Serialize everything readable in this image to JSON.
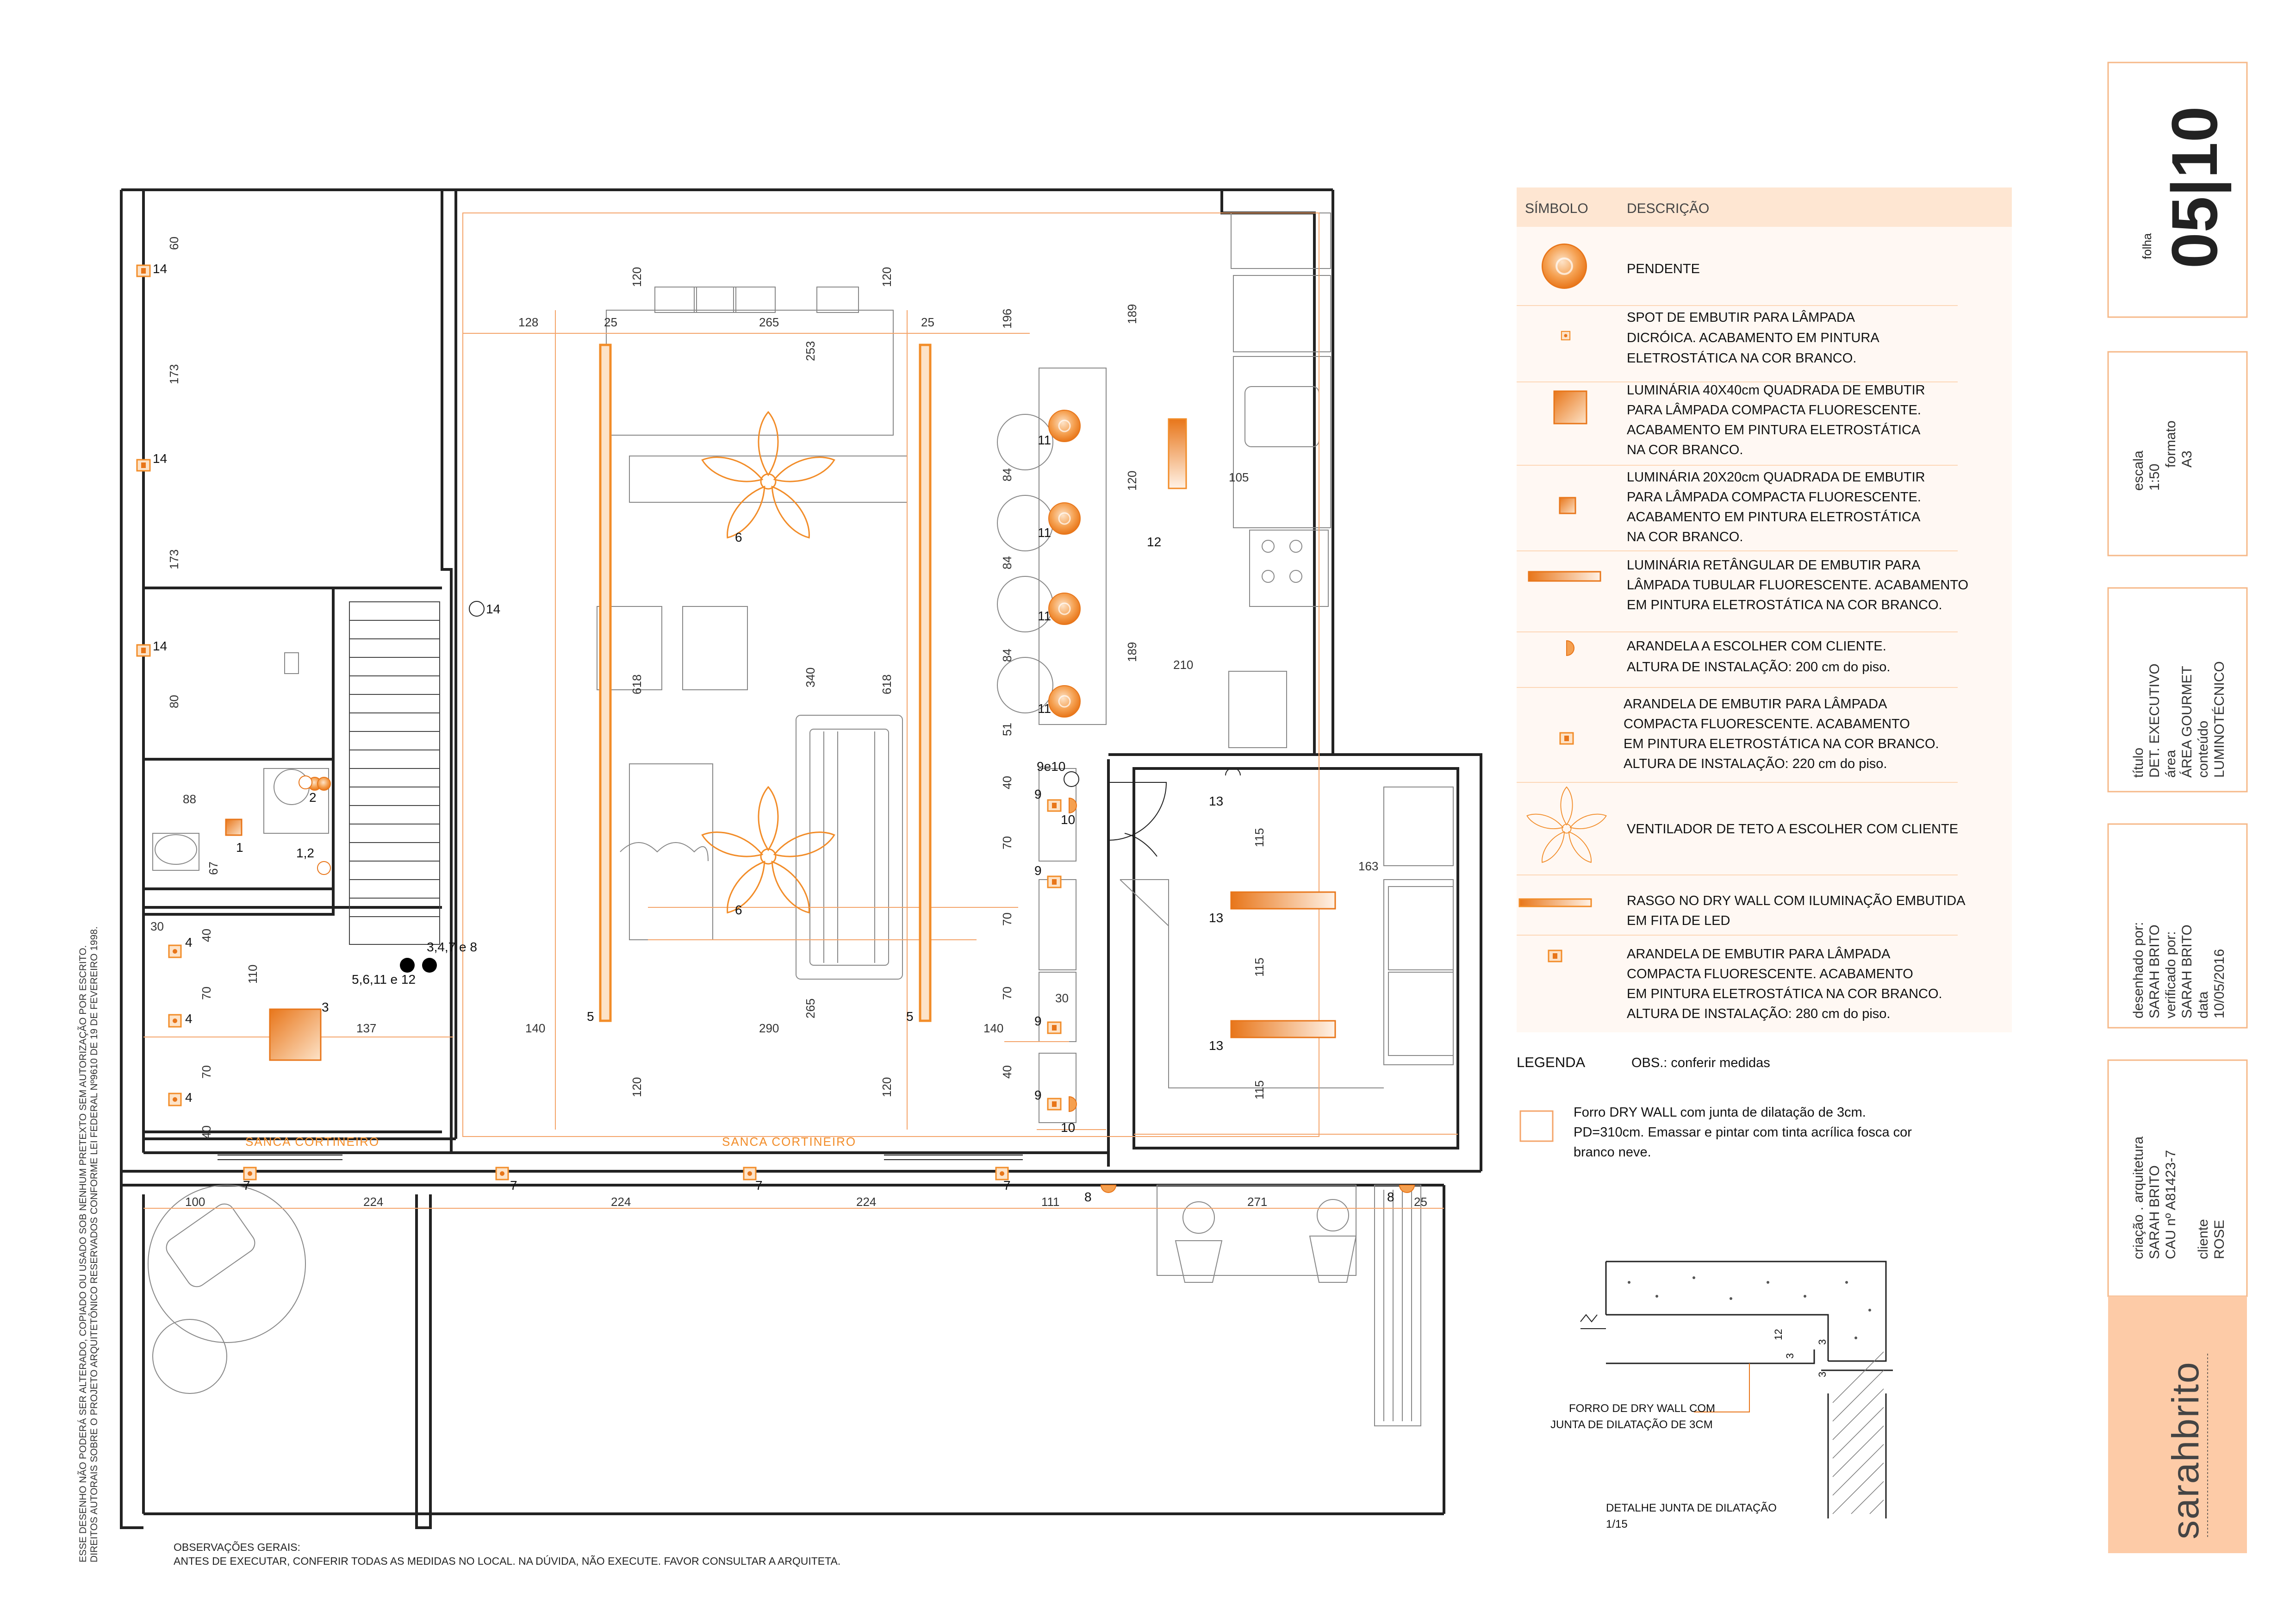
{
  "colors": {
    "accent": "#F28C28",
    "light_accent": "#FDD7B7",
    "dim_line": "#F4A46A",
    "wall": "#222222",
    "furniture": "#888888"
  },
  "rotated_notice": {
    "line1": "ESSE DESENHO NÃO PODERÁ SER ALTERADO, COPIADO OU USADO SOB NENHUM PRETEXTO SEM AUTORIZAÇÃO POR ESCRITO.",
    "line2": "DIREITOS AUTORAIS SOBRE O PROJETO ARQUITETÔNICO RESERVADOS CONFORME LEI FEDERAL Nº9610 DE 19 DE FEVEREIRO 1998."
  },
  "observations": {
    "title": "OBSERVAÇÕES GERAIS:",
    "text": "ANTES DE EXECUTAR, CONFERIR TODAS AS MEDIDAS NO LOCAL. NA DÚVIDA, NÃO EXECUTE. FAVOR CONSULTAR A ARQUITETA."
  },
  "plan": {
    "sanca_left": "SANCA CORTINEIRO",
    "sanca_right": "SANCA CORTINEIRO",
    "dims": {
      "d60": "60",
      "d173a": "173",
      "d173b": "173",
      "d80": "80",
      "d88": "88",
      "d67": "67",
      "d30": "30",
      "d40a": "40",
      "d110": "110",
      "d70a": "70",
      "d70b": "70",
      "d40b": "40",
      "d137": "137",
      "d140a": "140",
      "d290": "290",
      "d140b": "140",
      "d128": "128",
      "d25a": "25",
      "d265a": "265",
      "d25b": "25",
      "d120a": "120",
      "d120b": "120",
      "d253": "253",
      "d618a": "618",
      "d340": "340",
      "d618b": "618",
      "d265b": "265",
      "d120c": "120",
      "d120d": "120",
      "d196": "196",
      "d84a": "84",
      "d84b": "84",
      "d84c": "84",
      "d51": "51",
      "d40c": "40",
      "d70c": "70",
      "d70d": "70",
      "d70e": "70",
      "d40d": "40",
      "d189a": "189",
      "d120e": "120",
      "d189b": "189",
      "d105": "105",
      "d210": "210",
      "d115a": "115",
      "d163": "163",
      "d115b": "115",
      "d115c": "115",
      "d30b": "30",
      "d100": "100",
      "d224a": "224",
      "d224b": "224",
      "d224c": "224",
      "d111": "111",
      "d271": "271",
      "d25c": "25"
    },
    "tags": {
      "t14a": "14",
      "t14b": "14",
      "t14c": "14",
      "t14d": "14",
      "t2": "2",
      "t1": "1",
      "t12x": "1,2",
      "t4a": "4",
      "t4b": "4",
      "t4c": "4",
      "t3": "3",
      "t347": "3,4,7 e 8",
      "t5612": "5,6,11 e 12",
      "t5a": "5",
      "t5b": "5",
      "t6a": "6",
      "t6b": "6",
      "t11a": "11",
      "t11b": "11",
      "t11c": "11",
      "t11d": "11",
      "t12": "12",
      "t9e10": "9e10",
      "t9a": "9",
      "t10a": "10",
      "t9b": "9",
      "t9c": "9",
      "t9d": "9",
      "t10b": "10",
      "t13a": "13",
      "t13b": "13",
      "t13c": "13",
      "t7a": "7",
      "t7b": "7",
      "t7c": "7",
      "t7d": "7",
      "t8a": "8",
      "t8b": "8"
    }
  },
  "legend": {
    "header_symbol": "SÍMBOLO",
    "header_desc": "DESCRIÇÃO",
    "rows": [
      {
        "icon": "pendant-icon",
        "lines": [
          "PENDENTE"
        ]
      },
      {
        "icon": "spot-icon",
        "lines": [
          "SPOT DE EMBUTIR PARA LÂMPADA",
          "DICRÓICA. ACABAMENTO EM PINTURA",
          "ELETROSTÁTICA NA COR BRANCO."
        ]
      },
      {
        "icon": "luminaire-40-icon",
        "lines": [
          "LUMINÁRIA 40X40cm QUADRADA DE EMBUTIR",
          "PARA LÂMPADA COMPACTA FLUORESCENTE.",
          "ACABAMENTO EM PINTURA ELETROSTÁTICA",
          "NA COR BRANCO."
        ]
      },
      {
        "icon": "luminaire-20-icon",
        "lines": [
          "LUMINÁRIA 20X20cm QUADRADA DE EMBUTIR",
          "PARA LÂMPADA COMPACTA FLUORESCENTE.",
          "ACABAMENTO EM PINTURA ELETROSTÁTICA",
          "NA COR BRANCO."
        ]
      },
      {
        "icon": "rect-luminaire-icon",
        "lines": [
          "LUMINÁRIA RETÂNGULAR DE EMBUTIR PARA",
          "LÂMPADA TUBULAR FLUORESCENTE. ACABAMENTO",
          "EM PINTURA ELETROSTÁTICA NA COR BRANCO."
        ]
      },
      {
        "icon": "wall-lamp-icon",
        "lines": [
          "ARANDELA A ESCOLHER COM CLIENTE.",
          "ALTURA DE INSTALAÇÃO: 200 cm do piso."
        ]
      },
      {
        "icon": "recessed-wall-lamp-icon",
        "lines": [
          "ARANDELA DE EMBUTIR PARA LÂMPADA",
          "COMPACTA FLUORESCENTE. ACABAMENTO",
          "EM PINTURA ELETROSTÁTICA NA COR BRANCO.",
          "ALTURA DE INSTALAÇÃO: 220 cm do piso."
        ]
      },
      {
        "icon": "ceiling-fan-icon",
        "lines": [
          "VENTILADOR DE TETO A ESCOLHER COM CLIENTE"
        ]
      },
      {
        "icon": "led-strip-icon",
        "lines": [
          "RASGO NO DRY WALL COM ILUMINAÇÃO EMBUTIDA",
          "EM FITA DE LED"
        ]
      },
      {
        "icon": "recessed-wall-lamp-280-icon",
        "lines": [
          "ARANDELA DE EMBUTIR PARA LÂMPADA",
          "COMPACTA FLUORESCENTE. ACABAMENTO",
          "EM PINTURA ELETROSTÁTICA NA COR BRANCO.",
          "ALTURA DE INSTALAÇÃO: 280 cm do piso."
        ]
      }
    ],
    "legenda_label": "LEGENDA",
    "obs": "OBS.: conferir medidas",
    "drywall_lines": [
      "Forro DRY WALL com junta de dilatação de 3cm.",
      "PD=310cm. Emassar e pintar com tinta acrílica fosca cor",
      "branco neve."
    ]
  },
  "detail": {
    "label_lines": [
      "FORRO DE DRY WALL COM",
      "JUNTA DE DILATAÇÃO DE 3CM"
    ],
    "title": "DETALHE JUNTA DE DILATAÇÃO",
    "scale": "1/15",
    "dims": {
      "a": "12",
      "b": "3",
      "c": "3",
      "d": "3"
    }
  },
  "title_block": {
    "folha_label": "folha",
    "folha_value": "05|10",
    "escala_label": "escala",
    "escala_value": "1:50",
    "formato_label": "formato",
    "formato_value": "A3",
    "titulo_label": "título",
    "titulo_value": "DET. EXECUTIVO",
    "area_label": "área",
    "area_value": "ÁREA GOURMET",
    "conteudo_label": "conteúdo",
    "conteudo_value": "LUMINOTÉCNICO",
    "desenhado_label": "desenhado por:",
    "desenhado_value": "SARAH BRITO",
    "verificado_label": "verificado por:",
    "verificado_value": "SARAH BRITO",
    "data_label": "data",
    "data_value": "10/05/2016",
    "criacao_label": "criação . arquitetura",
    "criacao_value": "SARAH BRITO",
    "cau": "CAU nº A81423-7",
    "cliente_label": "cliente",
    "cliente_value": "ROSE",
    "logo_text": "sarahbrito"
  }
}
